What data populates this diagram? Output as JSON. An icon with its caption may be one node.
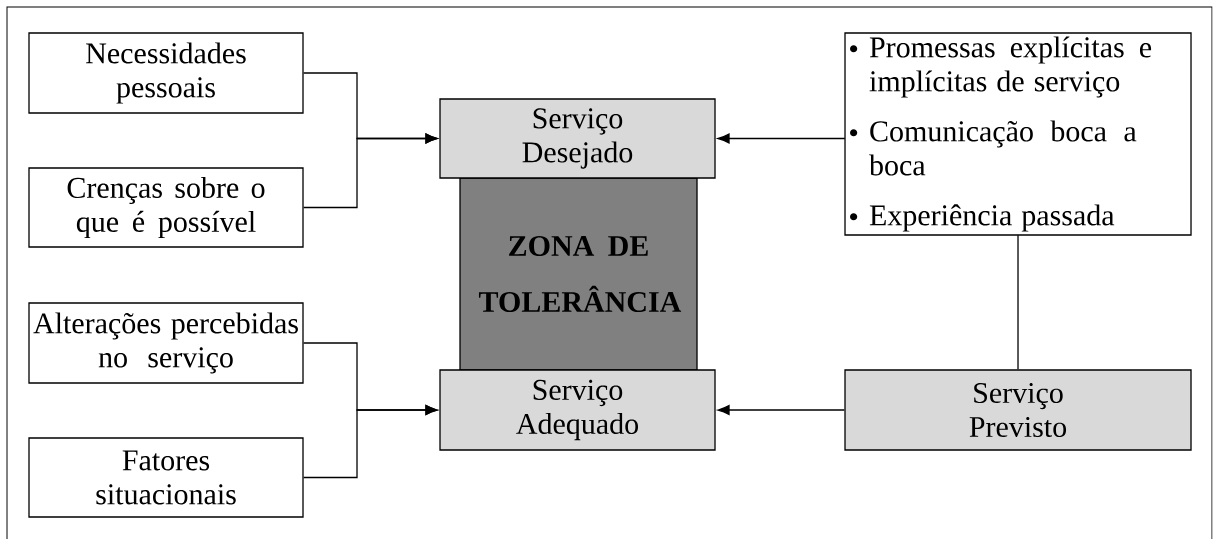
{
  "diagram": {
    "nodes": [
      {
        "text": [
          "Necessidades pessoais"
        ]
      },
      {
        "text": [
          "Crenças sobre o que é possível"
        ]
      },
      {
        "text": [
          "Alterações percebidas no serviço"
        ]
      },
      {
        "text": [
          "Fatores situacionais"
        ]
      },
      {
        "text": [
          "ZONA DE TOLERÂNCIA"
        ]
      },
      {
        "text": [
          "Serviço Desejado"
        ]
      },
      {
        "text": [
          "Serviço Adequado"
        ]
      },
      {
        "text": [
          "Promessas explícitas e implícitas de serviço",
          "Comunicação boca a boca",
          "Experiência passada"
        ]
      },
      {
        "text": [
          "Serviço Previsto"
        ]
      }
    ],
    "edges": [
      {
        "from": 0,
        "to": 5,
        "arrow": "to"
      },
      {
        "from": 1,
        "to": 5,
        "arrow": "to"
      },
      {
        "from": 2,
        "to": 6,
        "arrow": "to"
      },
      {
        "from": 3,
        "to": 6,
        "arrow": "to"
      },
      {
        "from": 7,
        "to": 5,
        "arrow": "to"
      },
      {
        "from": 7,
        "to": 8,
        "arrow": "none"
      },
      {
        "from": 8,
        "to": 6,
        "arrow": "to"
      }
    ]
  }
}
